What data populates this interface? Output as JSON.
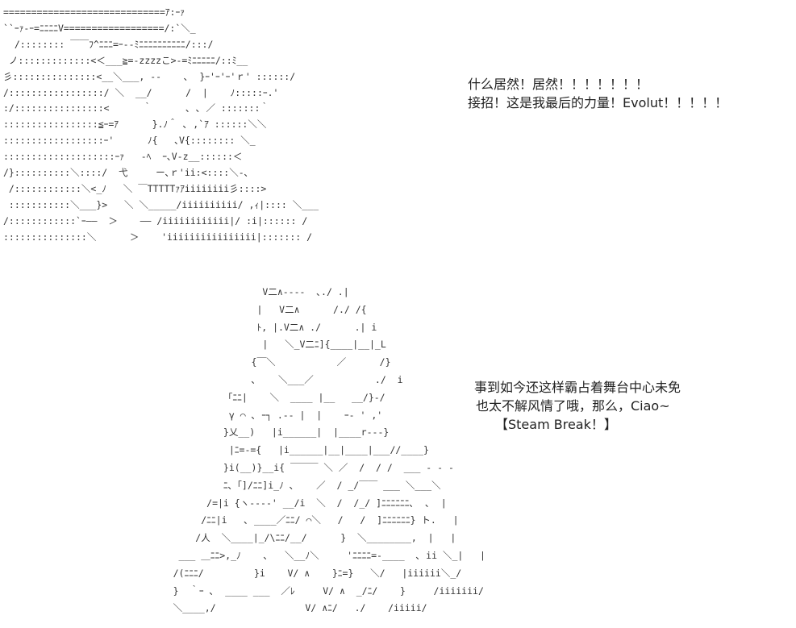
{
  "top_art": [
    "=============================ｱ:ｰｧ",
    "``ｰｧ-ｰ=ﾆﾆﾆﾆV==================/:`＼_",
    "  /:::::::: ￣￣ﾌ^ﾆﾆﾆ=ｰ--ﾐﾆﾆﾆﾆﾆﾆﾆﾆﾆﾆ/:::/",
    " ノ:::::::::::::<＜___≧=-zzzzこ>-=ﾐﾆﾆﾆﾆﾆ/::ﾐ__",
    "彡:::::::::::::::<__＼___, -‐    ､  }ｰ'ｰ'ｰ'ｒ' ::::::/",
    "/:::::::::::::::::/ ＼  __/      /  |    ﾉ:::::ｰ.'",
    ":/::::::::::::::::<      ｀      ､ ､ ／ :::::::｀",
    ":::::::::::::::::≦ｰ=ｱ      }.ﾉ＾ ､ ,`ｱ ::::::＼＼",
    "::::::::::::::::::ｰ'      ﾉ{   ､V{:::::::: ＼_",
    "::::::::::::::::::::ｰｧ   -ﾍ  ｰ､V-z__::::::＜",
    "/}::::::::::＼::::/  弋     ー､ｒ'ii:<::::＼-､",
    " /::::::::::::＼<_ﾉ   ＼ ￣TTTTTｧｱiiiiiiii彡::::>",
    " :::::::::::＼___}>   ＼ ＼_____/iiiiiiiiii/ ,ｨ|:::: ＼___",
    "/::::::::::::`ｰ――  ＞    ―― /iiiiiiiiiiii|/ :i|:::::: /",
    ":::::::::::::::＼      ＞    'iiiiiiiiiiiiiiii|::::::: /"
  ],
  "bottom_art": [
    "                     V二∧----  ､./ .|",
    "                    |   V二∧      /./ /{",
    "                    ﾄ, |.V二∧ ./      .| i",
    "                     |   ＼_V二ﾆ]{____|__|_L",
    "                   {￣＼           ／      /}",
    "                   ､    ＼___／           ./  i",
    "              「ﾆﾆ|    ＼  ____ |__   __/}-/",
    "               γ ⌒ ､ ｰ┐ .-- |  |    ｰ- ' ,'",
    "              }乂__)   |i______|  |____r---}",
    "               |ﾆ=-={   |i______|__|____|___//____}",
    "              }i(__)}__i{ ￣￣￣ ＼ ／  /  / /  ___ - - -",
    "              ﾆ､「]/ﾆﾆ]i_ﾉ ､    ／  / _/￣￣ ___ ＼___＼",
    "           /=|i {ヽ----' __/i  ＼  /  /_/ ]ﾆﾆﾆﾆﾆﾆ､  ､  |",
    "          /ﾆﾆ|i   ､ ____／ﾆﾆ/ ⌒＼   /   /  ]ﾆﾆﾆﾆﾆﾆ} ト.   |",
    "         /人  ＼____|_/\\ﾆﾆ/__/      }  ＼________,  |   |",
    "      ___ ＿ﾆﾆ>,_ﾉ    ､   ＼__ﾉ＼     'ﾆﾆﾆﾆ=-____  ､ ii ＼_|   |",
    "     /(ﾆﾆﾆ/         }i    V/ ∧    }ﾆ=}   ＼/   |iiiiii＼_/",
    "     }  ｀ｰ ､  ____ ___  ／ﾚ     V/ ∧  _/ﾆ/    }     /iiiiiii/",
    "     ＼____,/                V/ ∧ﾆ/   ./    /iiiii/"
  ],
  "speech_top": [
    "什么居然！居然！！！！！！！",
    "接招！这是我最后的力量！Evolut！！！！！"
  ],
  "speech_bottom": [
    "事到如今还这样霸占着舞台中心未免",
    "也太不解风情了哦，那么，Ciao~",
    "【Steam Break！】"
  ]
}
